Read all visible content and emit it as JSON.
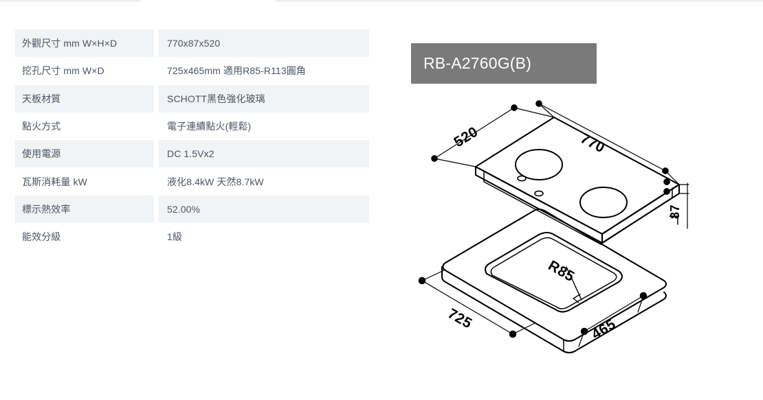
{
  "spec_table": {
    "rows": [
      {
        "label": "外觀尺寸 mm W×H×D",
        "value": "770x87x520"
      },
      {
        "label": "挖孔尺寸 mm W×D",
        "value": "725x465mm 適用R85-R113圓角"
      },
      {
        "label": "天板材質",
        "value": "SCHOTT黑色強化玻璃"
      },
      {
        "label": "點火方式",
        "value": "電子連續點火(輕鬆)"
      },
      {
        "label": "使用電源",
        "value": "DC 1.5Vx2"
      },
      {
        "label": "瓦斯消耗量 kW",
        "value": "液化8.4kW 天然8.7kW"
      },
      {
        "label": "標示熱效率",
        "value": "52.00%"
      },
      {
        "label": "能效分級",
        "value": "1級"
      }
    ],
    "row_shade_color": "#f1f3f4",
    "text_color": "#4b5563"
  },
  "product": {
    "model_name": "RB-A2760G(B)",
    "badge_color": "#7a7a7a",
    "badge_text_color": "#ffffff"
  },
  "drawing": {
    "cooktop": {
      "dim_width": "770",
      "dim_depth": "520",
      "dim_height": "87"
    },
    "cutout": {
      "dim_width": "725",
      "dim_depth": "465",
      "corner_radius": "R85"
    },
    "line_color": "#000000"
  }
}
